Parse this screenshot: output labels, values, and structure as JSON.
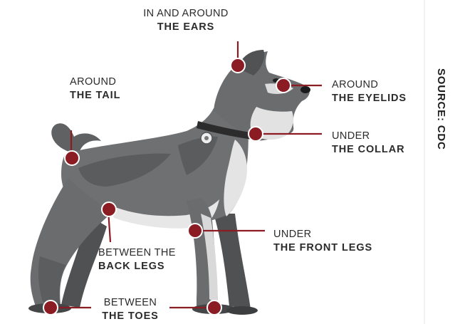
{
  "labels": {
    "ears": {
      "line1": "IN AND AROUND",
      "line2": "THE EARS"
    },
    "tail": {
      "line1": "AROUND",
      "line2": "THE TAIL"
    },
    "eyelids": {
      "line1": "AROUND",
      "line2": "THE EYELIDS"
    },
    "collar": {
      "line1": "UNDER",
      "line2": "THE COLLAR"
    },
    "front_legs": {
      "line1": "UNDER",
      "line2": "THE FRONT LEGS"
    },
    "back_legs": {
      "line1": "BETWEEN THE",
      "line2": "BACK LEGS"
    },
    "toes": {
      "line1": "BETWEEN",
      "line2": "THE TOES"
    }
  },
  "source": "SOURCE: CDC",
  "colors": {
    "marker": "#8b1c24",
    "text": "#2b2b2b",
    "dog_fur": "#6e7072",
    "dog_light_fur": "#e6e6e6"
  }
}
